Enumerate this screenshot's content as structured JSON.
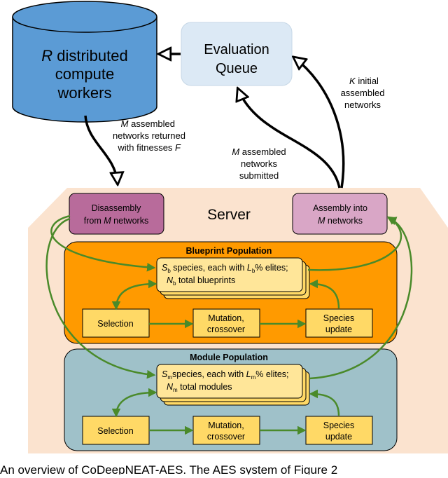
{
  "diagram": {
    "workers": {
      "line1_italic": "R",
      "line1_rest": " distributed",
      "line2": "compute",
      "line3": "workers"
    },
    "queue": {
      "line1": "Evaluation",
      "line2": "Queue"
    },
    "labels": {
      "returned_1_italic": "M",
      "returned_1_rest": " assembled",
      "returned_2": "networks returned",
      "returned_3_pre": "with fitnesses ",
      "returned_3_italic": "F",
      "submitted_1_italic": "M",
      "submitted_1_rest": " assembled",
      "submitted_2": "networks",
      "submitted_3": "submitted",
      "initial_1_italic": "K",
      "initial_1_rest": " initial",
      "initial_2": "assembled",
      "initial_3": "networks"
    },
    "server": {
      "title": "Server",
      "disassembly_1": "Disassembly",
      "disassembly_2_pre": "from ",
      "disassembly_2_italic": "M",
      "disassembly_2_post": " networks",
      "assembly_1": "Assembly into",
      "assembly_2_italic": "M",
      "assembly_2_post": " networks"
    },
    "blueprint": {
      "title": "Blueprint Population",
      "species_1_a": "S",
      "species_1_sub": "b",
      "species_1_b": " species, each with ",
      "species_1_c": "L",
      "species_1_sub2": "b",
      "species_1_d": "% elites;",
      "species_2_a": "N",
      "species_2_sub": "b",
      "species_2_b": " total blueprints",
      "selection": "Selection",
      "mutation_1": "Mutation,",
      "mutation_2": "crossover",
      "update_1": "Species",
      "update_2": "update"
    },
    "module": {
      "title": "Module Population",
      "species_1_a": "S",
      "species_1_sub": "m",
      "species_1_b": "species, each with ",
      "species_1_c": "L",
      "species_1_sub2": "m",
      "species_1_d": "% elites;",
      "species_2_a": "N",
      "species_2_sub": "m",
      "species_2_b": " total modules",
      "selection": "Selection",
      "mutation_1": "Mutation,",
      "mutation_2": "crossover",
      "update_1": "Species",
      "update_2": "update"
    },
    "caption": "An overview of CoDeepNEAT-AES. The AES system of Figure 2"
  },
  "colors": {
    "workers_fill": "#5b9bd5",
    "queue_fill": "#dce9f5",
    "server_fill": "#fbe3cf",
    "blueprint_fill": "#ff9a00",
    "module_fill": "#9fc1c9",
    "inner_box_fill": "#ffd966",
    "disassembly_fill": "#b86b9b",
    "assembly_fill": "#d9a6c6",
    "green_arrow": "#4a8a2a"
  }
}
